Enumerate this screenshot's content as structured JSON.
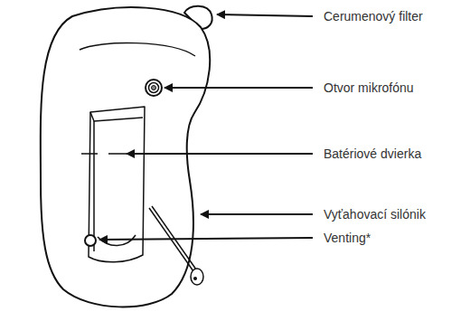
{
  "diagram": {
    "labels": [
      "Cerumenový filter",
      "Otvor mikrofónu",
      "Batériové dvierka",
      "Vyťahovací silónik",
      "Venting*"
    ]
  }
}
